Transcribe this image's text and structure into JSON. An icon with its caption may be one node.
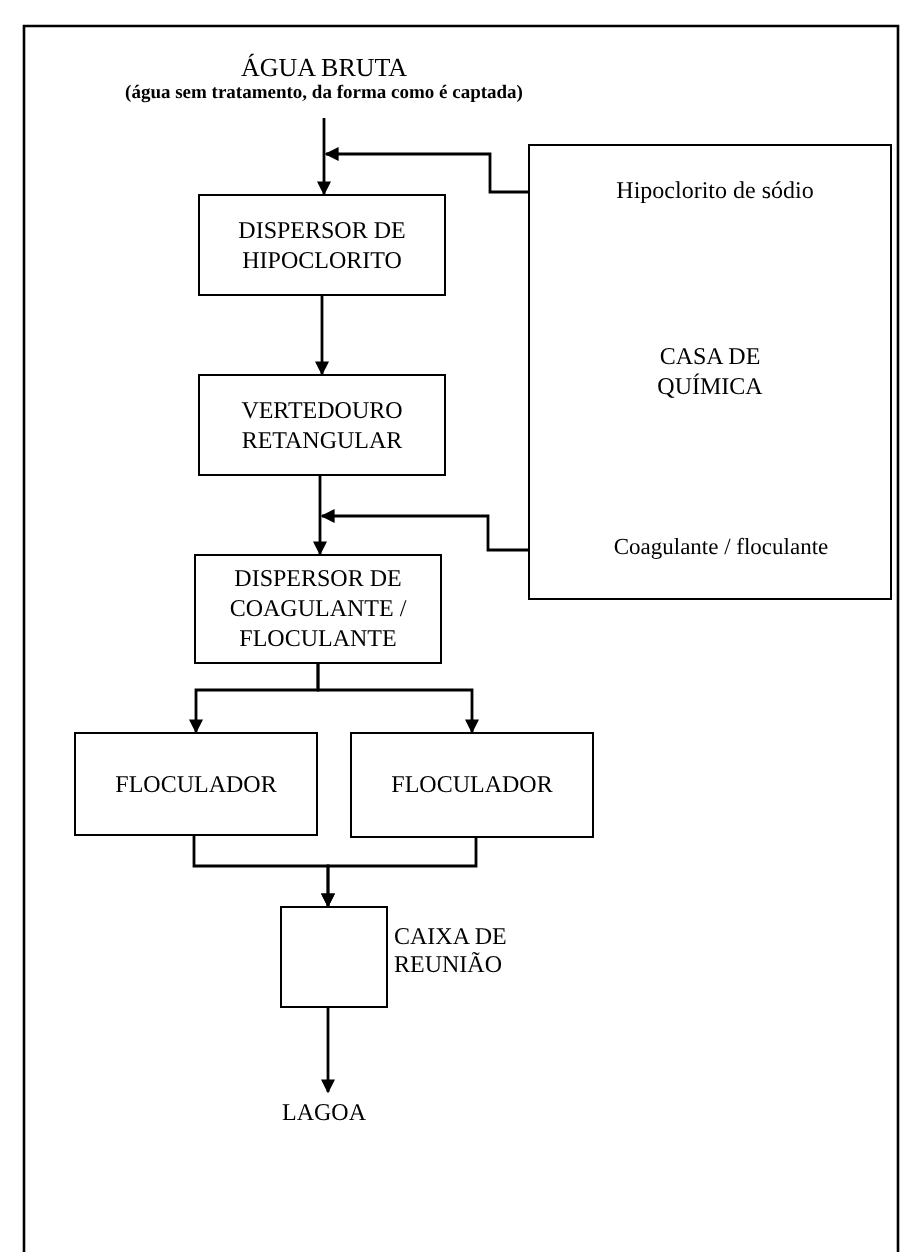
{
  "diagram": {
    "nodes": [
      {
        "text": [
          "ÁGUA BRUTA",
          "(água sem tratamento, da forma como é captada)"
        ]
      },
      {
        "text": [
          "CASA DE QUÍMICA"
        ]
      },
      {
        "text": [
          "Hipoclorito de sódio"
        ],
        "in": 1
      },
      {
        "text": [
          "DISPERSOR DE HIPOCLORITO"
        ]
      },
      {
        "text": [
          "VERTEDOURO RETANGULAR"
        ]
      },
      {
        "text": [
          "Coagulante / floculante"
        ],
        "in": 1
      },
      {
        "text": [
          "DISPERSOR DE COAGULANTE / FLOCULANTE"
        ]
      },
      {
        "text": [
          "FLOCULADOR"
        ]
      },
      {
        "text": [
          "FLOCULADOR"
        ]
      },
      {
        "text": [],
        "shape": "box",
        "beside": [
          "CAIXA DE REUNIÃO"
        ]
      },
      {
        "text": [
          "LAGOA"
        ]
      }
    ],
    "edges": [
      {
        "from": 0,
        "to": 3,
        "arrow": "to"
      },
      {
        "from": 2,
        "to": 3,
        "arrow": "to"
      },
      {
        "from": 3,
        "to": 4,
        "arrow": "to"
      },
      {
        "from": 4,
        "to": 6,
        "arrow": "to"
      },
      {
        "from": 5,
        "to": 6,
        "arrow": "to"
      },
      {
        "from": 6,
        "to": 7,
        "arrow": "to"
      },
      {
        "from": 6,
        "to": 8,
        "arrow": "to"
      },
      {
        "from": 7,
        "to": 9,
        "arrow": "to"
      },
      {
        "from": 8,
        "to": 9,
        "arrow": "to"
      },
      {
        "from": 9,
        "to": 10,
        "arrow": "to"
      }
    ]
  }
}
